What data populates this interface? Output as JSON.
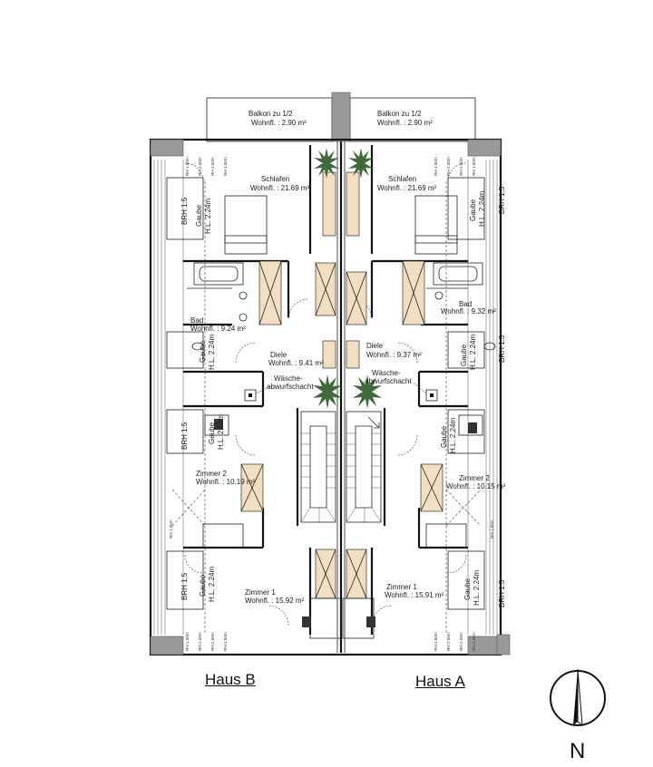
{
  "balconies": [
    {
      "title": "Balkon  zu 1/2",
      "area": "Wohnfl. : 2.90 m²"
    },
    {
      "title": "Balkon zu 1/2",
      "area": "Wohnfl. : 2.90 m²"
    }
  ],
  "rooms": {
    "b_schlafen": {
      "name": "Schlafen",
      "area": "Wohnfl. : 21.69 m²"
    },
    "a_schlafen": {
      "name": "Schlafen",
      "area": "Wohnfl. : 21.69 m²"
    },
    "b_bad": {
      "name": "Bad",
      "area": "Wohnfl. : 9.24 m²"
    },
    "a_bad": {
      "name": "Bad",
      "area": "Wohnfl. : 9.32 m²"
    },
    "b_diele": {
      "name": "Diele",
      "area": "Wohnfl. : 9.41 m²"
    },
    "a_diele": {
      "name": "Diele",
      "area": "Wohnfl. : 9.37 m²"
    },
    "b_zimmer2": {
      "name": "Zimmer 2",
      "area": "Wohnfl. : 10.19 m²"
    },
    "a_zimmer2": {
      "name": "Zimmer 2",
      "area": "Wohnfl. : 10.15 m²"
    },
    "b_zimmer1": {
      "name": "Zimmer 1",
      "area": "Wohnfl. : 15.92 m²"
    },
    "a_zimmer1": {
      "name": "Zimmer 1",
      "area": "Wohnfl. : 15.91 m²"
    }
  },
  "gauben": {
    "b1": [
      "Gaube",
      "H.L. 2.24m"
    ],
    "b2": [
      "Gaube",
      "H.L. 2.24m"
    ],
    "b3": [
      "Gaube",
      "H.L. 2.24m"
    ],
    "b4": [
      "Gaube",
      "H.L. 2.24m"
    ],
    "a1": [
      "Gaube",
      "H.L. 2.24m"
    ],
    "a2": [
      "Gaube",
      "H.L. 2.24m"
    ],
    "a3": [
      "Gaube",
      "H.L. 2.24m"
    ],
    "a4": [
      "Gaube",
      "H.L. 2.24m"
    ]
  },
  "chute_label": [
    "Wäsche-",
    "abwurfschacht"
  ],
  "brh_label": "BRH 1.5",
  "window_marks": [
    "RH 1.00m",
    "RH 2.00m",
    "RH 1.50m"
  ],
  "houses": {
    "left": "Haus B",
    "right": "Haus A"
  },
  "north": "N"
}
